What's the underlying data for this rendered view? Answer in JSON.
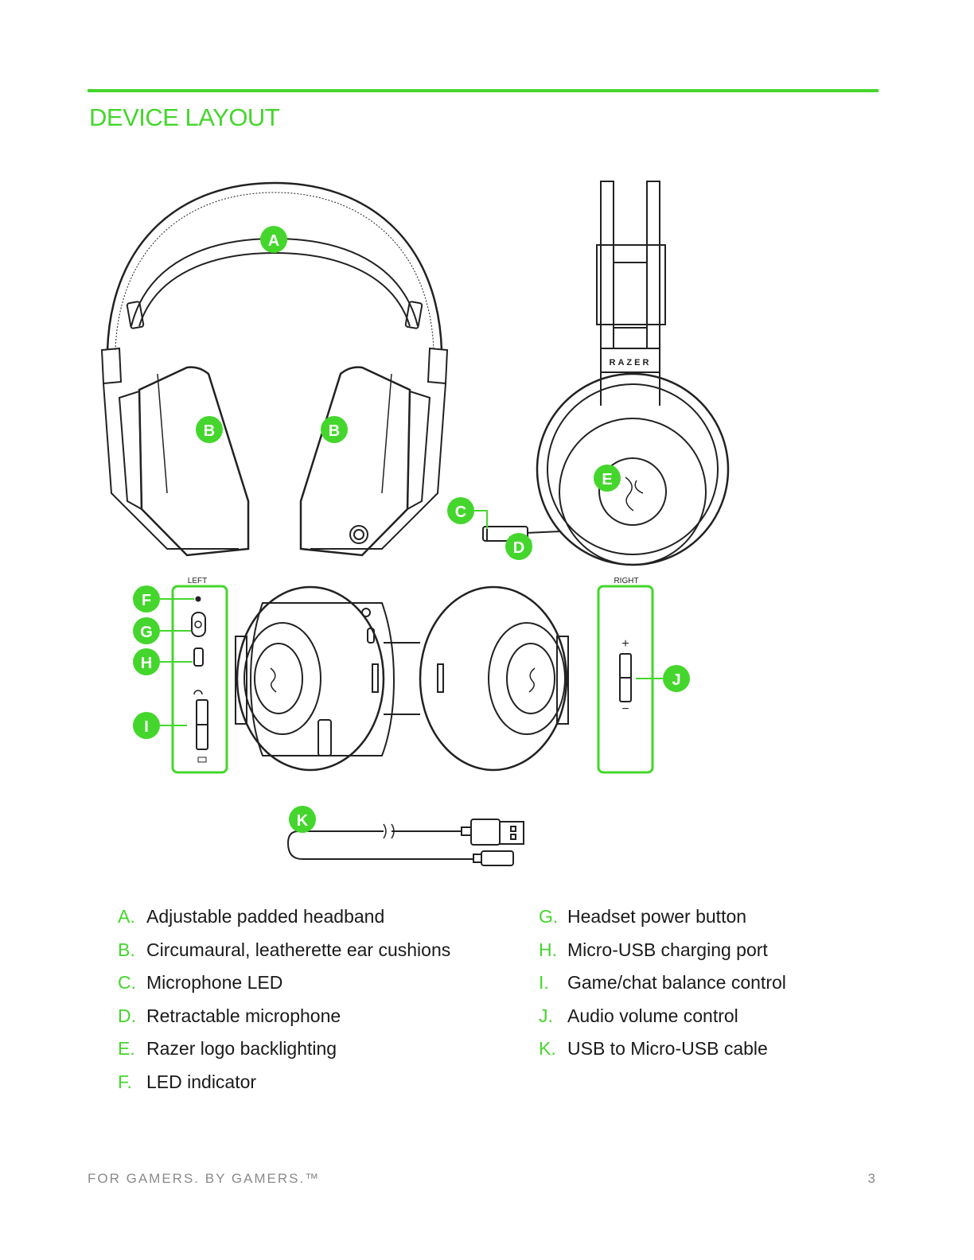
{
  "section": {
    "title": "DEVICE LAYOUT"
  },
  "accent_color": "#44d62c",
  "diagram": {
    "side_labels": {
      "left": "LEFT",
      "right": "RIGHT"
    },
    "brand_mark": "RAZER",
    "callouts": [
      "A",
      "B",
      "B",
      "C",
      "D",
      "E",
      "F",
      "G",
      "H",
      "I",
      "J",
      "K"
    ],
    "volume_symbols": {
      "plus": "+",
      "minus": "−"
    }
  },
  "legend": {
    "left": [
      {
        "letter": "A.",
        "text": "Adjustable padded headband"
      },
      {
        "letter": "B.",
        "text": "Circumaural, leatherette ear cushions"
      },
      {
        "letter": "C.",
        "text": "Microphone LED"
      },
      {
        "letter": "D.",
        "text": "Retractable microphone"
      },
      {
        "letter": "E.",
        "text": "Razer logo backlighting"
      },
      {
        "letter": "F.",
        "text": "LED indicator"
      }
    ],
    "right": [
      {
        "letter": "G.",
        "text": "Headset power button"
      },
      {
        "letter": "H.",
        "text": "Micro-USB charging port"
      },
      {
        "letter": "I.",
        "text": "Game/chat balance control"
      },
      {
        "letter": "J.",
        "text": "Audio volume control"
      },
      {
        "letter": "K.",
        "text": "USB to Micro-USB cable"
      }
    ]
  },
  "footer": {
    "tagline": "FOR GAMERS. BY GAMERS.™",
    "page_number": "3"
  }
}
